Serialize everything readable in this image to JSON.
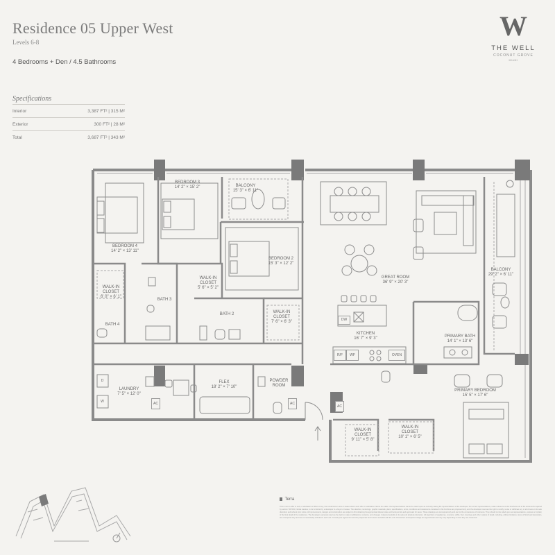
{
  "header": {
    "title": "Residence 05 Upper West",
    "levels": "Levels 6-8",
    "configuration": "4 Bedrooms + Den / 4.5 Bathrooms"
  },
  "specifications": {
    "heading": "Specifications",
    "rows": [
      {
        "label": "Interior",
        "value": "3,387 FT² | 315 M²"
      },
      {
        "label": "Exterior",
        "value": "300 FT² | 28 M²"
      },
      {
        "label": "Total",
        "value": "3,687 FT² | 343 M²"
      }
    ]
  },
  "brand": {
    "monogram": "W",
    "name": "THE WELL",
    "location": "COCONUT GROVE",
    "city": "MIAMI"
  },
  "rooms": {
    "bedroom3": {
      "name": "BEDROOM 3",
      "dim": "14' 2\" × 15' 2\""
    },
    "balcony_top": {
      "name": "BALCONY",
      "dim": "15' 3\" × 6' 11\""
    },
    "bedroom4": {
      "name": "BEDROOM 4",
      "dim": "14' 2\" × 13' 11\""
    },
    "bedroom2": {
      "name": "BEDROOM 2",
      "dim": "15' 3\" × 12' 2\""
    },
    "walkin_closet_1": {
      "name": "WALK-IN CLOSET",
      "dim": "6' 0\" × 6' 1\""
    },
    "walkin_closet_2": {
      "name": "WALK-IN CLOSET",
      "dim": "5' 6\" × 5' 2\""
    },
    "bath3": {
      "name": "BATH 3"
    },
    "bath4": {
      "name": "BATH 4"
    },
    "bath2": {
      "name": "BATH 2"
    },
    "walkin_closet_3": {
      "name": "WALK-IN CLOSET",
      "dim": "7' 6\" × 6' 3\""
    },
    "great_room": {
      "name": "GREAT ROOM",
      "dim": "36' 9\" × 20' 3\""
    },
    "balcony_right": {
      "name": "BALCONY",
      "dim": "29' 2\" × 6' 11\""
    },
    "kitchen": {
      "name": "KITCHEN",
      "dim": "16' 7\" × 9' 3\""
    },
    "primary_bath": {
      "name": "PRIMARY BATH",
      "dim": "14' 1\" × 13' 6\""
    },
    "laundry": {
      "name": "LAUNDRY",
      "dim": "7' 5\" × 12' 0\""
    },
    "flex": {
      "name": "FLEX",
      "dim": "18' 2\" × 7' 10\""
    },
    "powder_room": {
      "name": "POWDER ROOM"
    },
    "primary_bedroom": {
      "name": "PRIMARY BEDROOM",
      "dim": "15' 5\" × 17' 6\""
    },
    "walkin_closet_4": {
      "name": "WALK-IN CLOSET",
      "dim": "9' 11\" × 5' 8\""
    },
    "walkin_closet_5": {
      "name": "WALK-IN CLOSET",
      "dim": "10' 1\" × 6' 5\""
    }
  },
  "fixtures": {
    "dw": "DW",
    "rf": "R/F",
    "wf": "WF",
    "oven": "OVEN",
    "washer": "W",
    "dryer": "D",
    "ac1": "AC",
    "ac2": "AC",
    "ac3": "AC"
  },
  "footer": {
    "developer": "Terra",
    "disclaimer": "This is not an offer to sell, or solicitation of offers to buy, the condominium units in states where such offer or solicitation cannot be made. Oral representations cannot be relied upon as correctly stating the representations of the developer. For correct representations, make reference to this brochure and to the documents required by section 718.503, Florida statutes, to be furnished by a developer to a buyer or lessee. The sketches, renderings, graphic materials, plans, specifications, terms, conditions and statements contained in this brochure are proposed only, and the developer reserves the right to modify, revise or withdraw any or all of same in its sole discretion and without prior notice. All improvements, designs and construction are subject to first obtaining the appropriate federal, state and local permits and approvals for same. These drawings are conceptual only and are for the convenience of reference. They should not be relied upon as representations, express or implied, of the final detail of the residences. The developer expressly reserves the right to make modifications, revisions, and changes it deems desirable in its sole and absolute discretion. All depictions of appliances, counters, soffits, floor coverings and other matters of detail, including, without limitation, items of finish and decoration, are conceptual only and are not necessarily included in each unit. Consult your agreement and the prospectus for the items included with the unit. Dimensions and square footage are approximate and may vary depending on how they are measured."
  }
}
